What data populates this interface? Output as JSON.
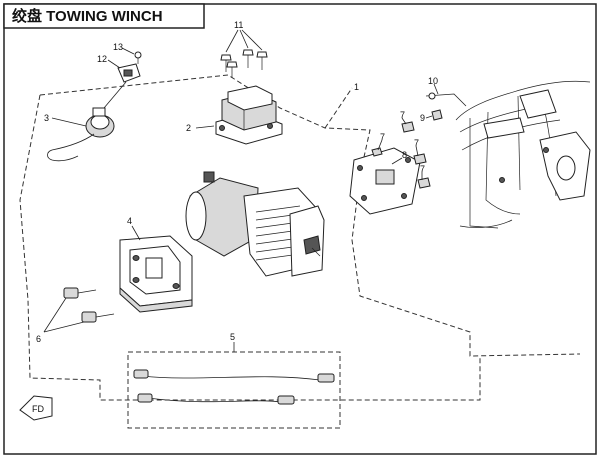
{
  "diagram": {
    "title": "绞盘 TOWING WINCH",
    "callouts": {
      "c1": "1",
      "c2": "2",
      "c3": "3",
      "c4": "4",
      "c5": "5",
      "c6": "6",
      "c7a": "7",
      "c7b": "7",
      "c7c": "7",
      "c7d": "7",
      "c8": "8",
      "c9": "9",
      "c10": "10",
      "c11": "11",
      "c12": "12",
      "c13": "13"
    },
    "fwd_label": "FD"
  }
}
